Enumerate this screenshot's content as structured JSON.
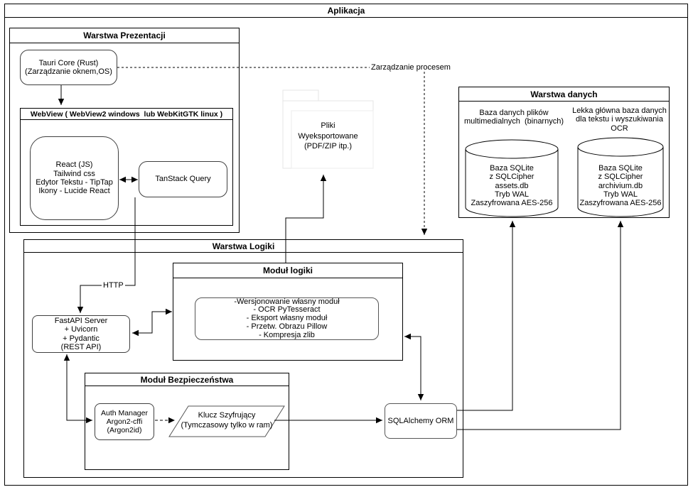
{
  "app_title": "Aplikacja",
  "presentation": {
    "title": "Warstwa Prezentacji",
    "tauri_core": [
      "Tauri Core (Rust)",
      "(Zarządzanie oknem,OS)"
    ],
    "webview_title": "WebView ( WebView2 windows  lub WebKitGTK linux )",
    "react_stack": [
      "React (JS)",
      "Tailwind css",
      "Edytor Tekstu - TipTap",
      "Ikony - Lucide React"
    ],
    "tanstack": "TanStack Query"
  },
  "exported_files": [
    "Pliki",
    "Wyeksportowane",
    "(PDF/ZIP itp.)"
  ],
  "connections": {
    "http": "HTTP",
    "process_management": "Zarządzanie procesem"
  },
  "data_layer": {
    "title": "Warstwa danych",
    "media_db_caption": [
      "Baza danych plików",
      "multimedialnych  (binarnych)"
    ],
    "media_db": [
      "Baza SQLite",
      "z SQLCipher",
      "assets.db",
      "Tryb WAL",
      "Zaszyfrowana AES-256"
    ],
    "ocr_db_caption": [
      "Lekka główna baza danych",
      "dla tekstu i wyszukiwania",
      "OCR"
    ],
    "ocr_db": [
      "Baza SQLite",
      "z SQLCipher",
      "archivium.db",
      "Tryb WAL",
      "Zaszyfrowana AES-256"
    ]
  },
  "logic_layer": {
    "title": "Warstwa Logiki",
    "logic_module": {
      "title": "Moduł logiki",
      "functions": [
        "-Wersjonowanie własny moduł",
        "- OCR PyTesseract",
        "- Eksport własny moduł",
        "- Przetw. Obrazu Pillow",
        "- Kompresja zlib"
      ]
    },
    "fastapi": [
      "FastAPI Server",
      "+ Uvicorn",
      "+ Pydantic",
      "(REST API)"
    ],
    "security_module": {
      "title": "Moduł Bezpieczeństwa",
      "auth_manager": [
        "Auth Manager",
        "Argon2-cffi",
        "(Argon2id)"
      ],
      "encryption_key": [
        "Klucz Szyfrujący",
        "(Tymczasowy tylko w ram)"
      ]
    },
    "orm": "SQLAlchemy ORM"
  },
  "colors": {
    "line": "#000000",
    "node_stroke": "#565656",
    "folder_stroke": "#e6e6e6",
    "background": "#ffffff"
  }
}
